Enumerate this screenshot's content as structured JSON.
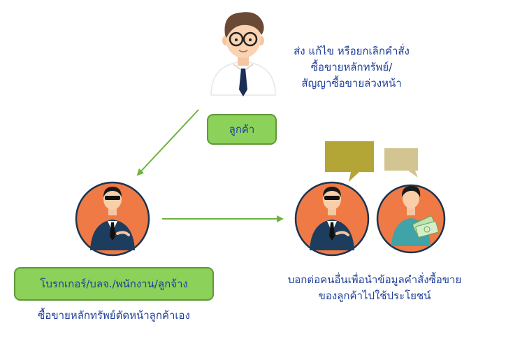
{
  "customer": {
    "label": "ลูกค้า",
    "action_lines": [
      "ส่ง แก้ไข หรือยกเลิกคำสั่ง",
      "ซื้อขายหลักทรัพย์/",
      "สัญญาซื้อขายล่วงหน้า"
    ]
  },
  "broker": {
    "label": "โบรกเกอร์/บลจ./พนักงาน/ลูกจ้าง",
    "action": "ซื้อขายหลักทรัพย์ตัดหน้าลูกค้าเอง"
  },
  "disclosure": {
    "lines": [
      "บอกต่อคนอื่นเพื่อนำข้อมูลคำสั่งซื้อขาย",
      "ของลูกค้าไปใช้ประโยชน์"
    ]
  },
  "colors": {
    "label_fill": "#8cd15a",
    "label_border": "#5e9a36",
    "text": "#1f3f9a",
    "arrow": "#6db33f",
    "circle_fill": "#f07a45",
    "circle_border": "#1b3450",
    "bubble_dark": "#b3a637",
    "bubble_light": "#d2c592"
  },
  "icons": {
    "customer": "man-with-glasses-icon",
    "broker": "man-in-suit-icon",
    "informant": "man-in-suit-icon",
    "recipient": "man-holding-money-icon"
  }
}
